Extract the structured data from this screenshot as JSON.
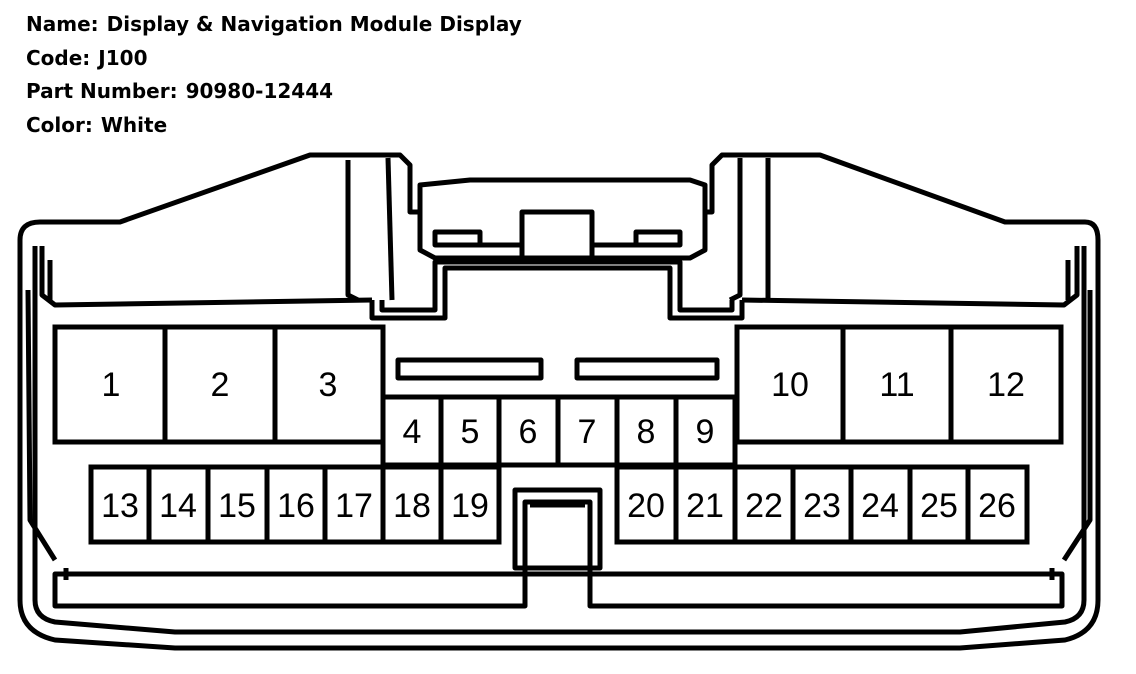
{
  "info": {
    "name_label": "Name:",
    "name_value": "Display & Navigation Module Display",
    "code_label": "Code:",
    "code_value": "J100",
    "part_label": "Part Number:",
    "part_value": "90980-12444",
    "color_label": "Color:",
    "color_value": "White"
  },
  "pins": {
    "p1": "1",
    "p2": "2",
    "p3": "3",
    "p4": "4",
    "p5": "5",
    "p6": "6",
    "p7": "7",
    "p8": "8",
    "p9": "9",
    "p10": "10",
    "p11": "11",
    "p12": "12",
    "p13": "13",
    "p14": "14",
    "p15": "15",
    "p16": "16",
    "p17": "17",
    "p18": "18",
    "p19": "19",
    "p20": "20",
    "p21": "21",
    "p22": "22",
    "p23": "23",
    "p24": "24",
    "p25": "25",
    "p26": "26"
  },
  "colors": {
    "line": "#000000",
    "background": "#ffffff"
  }
}
